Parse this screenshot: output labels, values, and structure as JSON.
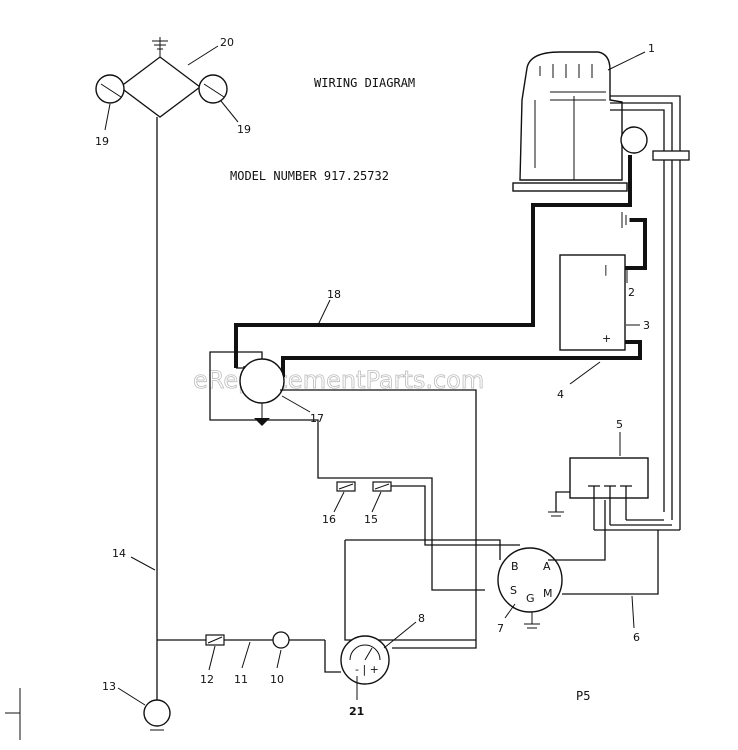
{
  "title": "WIRING DIAGRAM",
  "model": "MODEL NUMBER 917.25732",
  "watermark": "eReplacementParts.com",
  "page": "P5",
  "callouts": {
    "c1": "1",
    "c2": "2",
    "c3": "3",
    "c4": "4",
    "c5": "5",
    "c6": "6",
    "c7": "7",
    "c8": "8",
    "c10": "10",
    "c11": "11",
    "c12": "12",
    "c13": "13",
    "c14": "14",
    "c15": "15",
    "c16": "16",
    "c17": "17",
    "c18": "18",
    "c19a": "19",
    "c19b": "19",
    "c20": "20",
    "c21": "21"
  },
  "terminals": {
    "b": "B",
    "a": "A",
    "s": "S",
    "g": "G",
    "m": "M"
  },
  "battery_signs": {
    "neg": "|",
    "pos": "+"
  }
}
